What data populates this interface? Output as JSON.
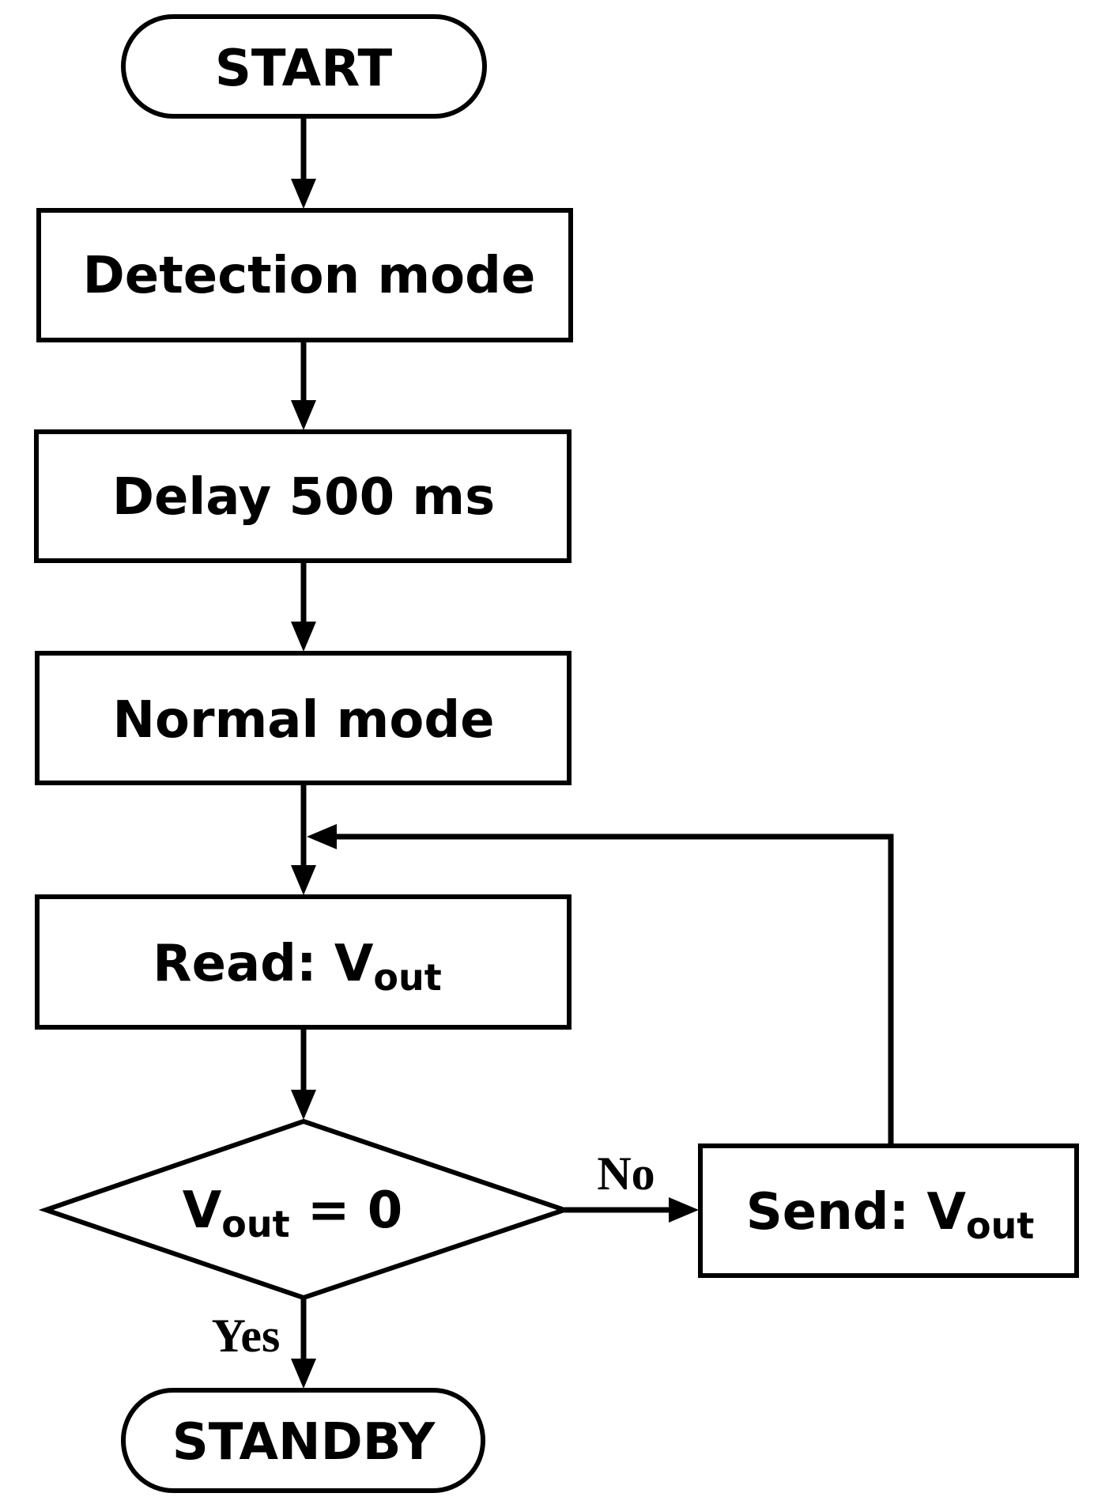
{
  "nodes": {
    "start": "START",
    "detection": "Detection mode",
    "delay": "Delay 500 ms",
    "normal": "Normal mode",
    "read_prefix": "Read: ",
    "v_main": "V",
    "v_sub": "out",
    "decision_suffix": " = 0",
    "send_prefix": "Send: ",
    "standby": "STANDBY"
  },
  "edges": {
    "no": "No",
    "yes": "Yes"
  },
  "colors": {
    "stroke": "#000000",
    "fill": "#ffffff"
  }
}
